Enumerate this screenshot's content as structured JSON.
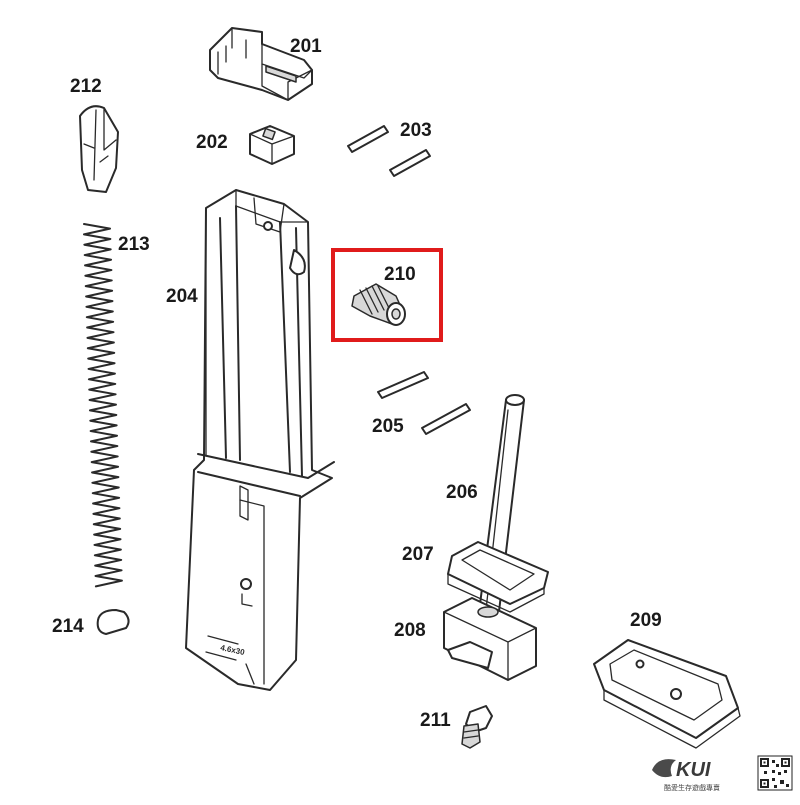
{
  "parts": [
    {
      "number": "201"
    },
    {
      "number": "202"
    },
    {
      "number": "203"
    },
    {
      "number": "204"
    },
    {
      "number": "205"
    },
    {
      "number": "206"
    },
    {
      "number": "207"
    },
    {
      "number": "208"
    },
    {
      "number": "209"
    },
    {
      "number": "210"
    },
    {
      "number": "211"
    },
    {
      "number": "212"
    },
    {
      "number": "213"
    },
    {
      "number": "214"
    }
  ],
  "highlight": {
    "part": "210",
    "color": "#e01b1b"
  },
  "brand": {
    "logo_text": "KUI",
    "tagline": "酷愛生存遊戲專賣"
  },
  "colors": {
    "line": "#2a2a2a",
    "background": "#ffffff",
    "highlight": "#e01b1b"
  }
}
